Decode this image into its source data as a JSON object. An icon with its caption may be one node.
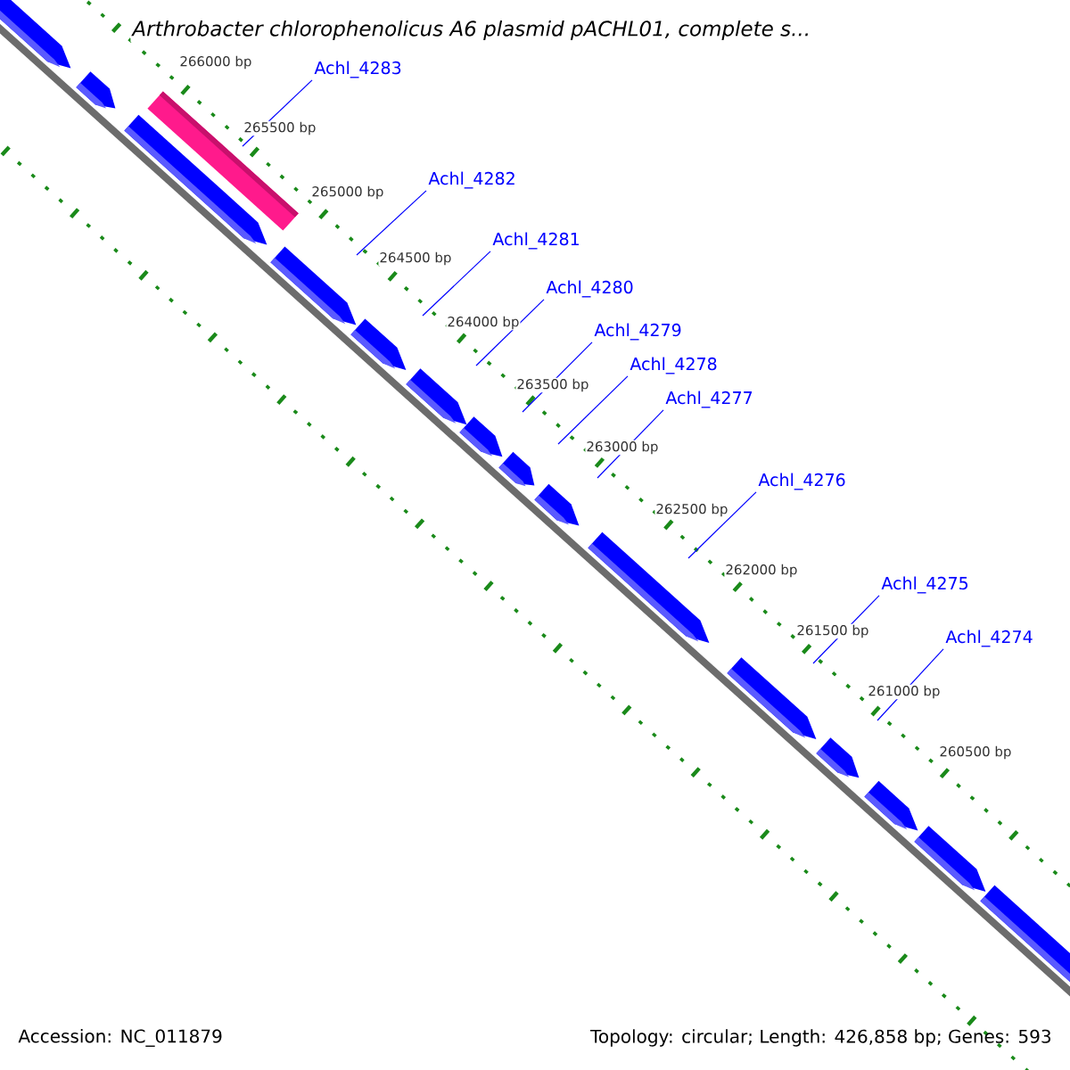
{
  "diagram": {
    "title": "Arthrobacter chlorophenolicus A6 plasmid pACHL01, complete s...",
    "nodes": [
      {
        "text": [
          "Achl_4283"
        ]
      },
      {
        "text": [
          "Achl_4282"
        ]
      },
      {
        "text": [
          "Achl_4281"
        ]
      },
      {
        "text": [
          "Achl_4280"
        ]
      },
      {
        "text": [
          "Achl_4279"
        ]
      },
      {
        "text": [
          "Achl_4278"
        ]
      },
      {
        "text": [
          "Achl_4277"
        ]
      },
      {
        "text": [
          "Achl_4276"
        ]
      },
      {
        "text": [
          "Achl_4275"
        ]
      },
      {
        "text": [
          "Achl_4274"
        ]
      }
    ],
    "edges": [
      {
        "from": 0,
        "to": null,
        "arrow": "none"
      },
      {
        "from": 1,
        "to": null,
        "arrow": "none"
      },
      {
        "from": 2,
        "to": null,
        "arrow": "none"
      },
      {
        "from": 3,
        "to": null,
        "arrow": "none"
      },
      {
        "from": 4,
        "to": null,
        "arrow": "none"
      },
      {
        "from": 5,
        "to": null,
        "arrow": "none"
      },
      {
        "from": 6,
        "to": null,
        "arrow": "none"
      },
      {
        "from": 7,
        "to": null,
        "arrow": "none"
      },
      {
        "from": 8,
        "to": null,
        "arrow": "none"
      },
      {
        "from": 9,
        "to": null,
        "arrow": "none"
      }
    ],
    "labels": [
      "266000 bp",
      "265500 bp",
      "265000 bp",
      "264500 bp",
      "264000 bp",
      "263500 bp",
      "263000 bp",
      "262500 bp",
      "262000 bp",
      "261500 bp",
      "261000 bp",
      "260500 bp",
      "Accession: NC_011879",
      "Topology: circular; Length: 426,858 bp; Genes: 593"
    ]
  }
}
